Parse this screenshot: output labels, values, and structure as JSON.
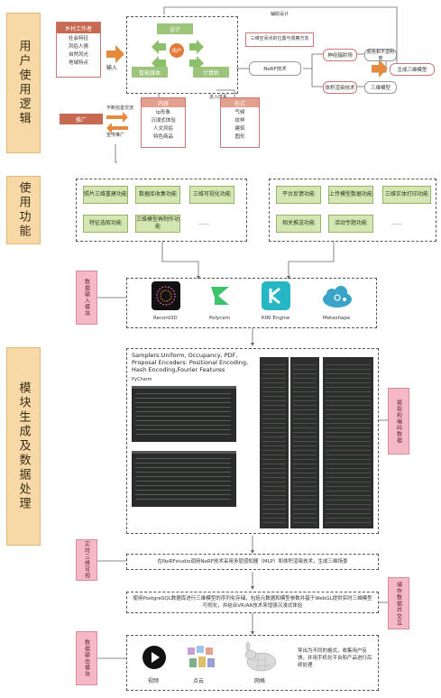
{
  "sections": [
    {
      "id": "logic",
      "label": "用户使用逻辑"
    },
    {
      "id": "functions",
      "label": "使用功能"
    },
    {
      "id": "processing",
      "label": "模块生成及数据处理"
    }
  ],
  "logic": {
    "source_box": {
      "header": "乡村工作者",
      "items": [
        "社会特征",
        "风俗人情",
        "自然风光",
        "地域特点"
      ]
    },
    "input_label": "输入",
    "cycle": {
      "top": "设计",
      "center": "用户",
      "left": "智能媒体",
      "right": "计算机"
    },
    "assist_label": "辅助设计",
    "content_box": {
      "header": "内容",
      "items": [
        "Ip形象",
        "沉浸式体验",
        "人文风俗",
        "特色商品"
      ]
    },
    "form_box": {
      "header": "形式",
      "items": [
        "气候",
        "纹样",
        "建筑",
        "图形"
      ]
    },
    "nerf_label": "NeRF技术",
    "nerf_top_note": "三维空间点的位置与观察方向",
    "nerf_small": "进入体系",
    "neural": "神经辐射场",
    "render": "体积渲染技术",
    "color_density": "颜色和不透明度",
    "3d_model": "三维模型",
    "output": "生成三维模型",
    "promotion": "推广",
    "pull_label": "不断完善交流",
    "push_label": "宣传推广"
  },
  "functions": {
    "left": [
      "照片三维重建功能",
      "数据库收集功能",
      "三维可视化功能",
      "特征选取功能",
      "三维模型再制作功能",
      "……"
    ],
    "right": [
      "平台反馈功能",
      "上传模型数据功能",
      "三维实体打印功能",
      "相关推送功能",
      "活动专题功能",
      "……"
    ]
  },
  "data_input": {
    "label": "数据输入模块",
    "apps": [
      "Record3D",
      "Polycam",
      "KIRI Engine",
      "Metashape"
    ]
  },
  "processing": {
    "code_text": "Samplers:Uniform, Occupancy, PDF, Proposal Encoders: Positional Encoding, Hash Encoding,Fourier Features",
    "ide": "PyCharm",
    "side_label": "提取和编码数据"
  },
  "realtime": {
    "label": "实时三维可视",
    "text": "在NeRFstudio调用NeRF技术采用多层感知器（MLP）和体积渲染技术，生成三维场景"
  },
  "storage": {
    "label": "储存数据并交互",
    "text": "使用PostgreSQL数据库进行三维模型的序列化存储，包括元数据和模型参数并基于WebGL提供实时三维模型可视化，并结合VR/AR技术来增强沉浸式体验"
  },
  "output_module": {
    "label": "数据输出模块",
    "items": [
      "视频",
      "点云",
      "网格"
    ],
    "note": "导出为不同的格式，收集用户反馈，并用手机化平台和产品进行后续处理"
  }
}
